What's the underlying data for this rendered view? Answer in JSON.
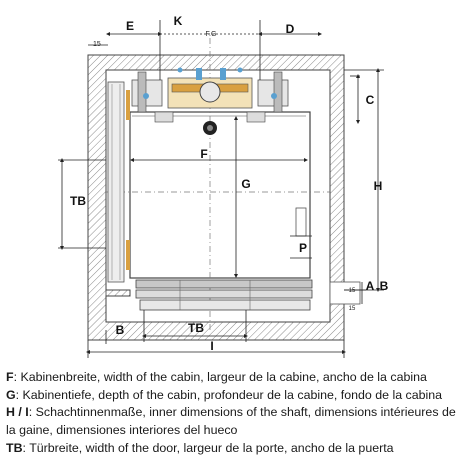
{
  "diagram": {
    "labels": {
      "k": "K",
      "e": "E",
      "d": "D",
      "c": "C",
      "h": "H",
      "f": "F",
      "g": "G",
      "p": "P",
      "tb_left": "TB",
      "tb_bottom": "TB",
      "a": "A",
      "b_right": "B",
      "b_bottom": "B",
      "i": "I",
      "fg": "F.G",
      "dim_15_top": "15",
      "dim_15_right": "15",
      "dim_15_right_b": "15"
    },
    "colors": {
      "line": "#333333",
      "wall_hatch": "#9a9a9a",
      "rail_orange": "#d9a040",
      "bracket_blue": "#5aa0d0",
      "door_grey": "#c8c8c8"
    }
  },
  "legend": [
    {
      "key": "F",
      "text": ": Kabinenbreite, width of the cabin, largeur de la cabine, ancho de la cabina"
    },
    {
      "key": "G",
      "text": ": Kabinentiefe, depth of the cabin, profondeur de la cabine, fondo de la cabina"
    },
    {
      "key": "H / I",
      "text": ": Schachtinnenmaße, inner dimensions of the shaft, dimensions intérieures de"
    },
    {
      "key": "",
      "text": "la gaine, dimensiones interiores del hueco"
    },
    {
      "key": "TB",
      "text": ": Türbreite, width of the door, largeur de la porte, ancho de la puerta"
    }
  ]
}
